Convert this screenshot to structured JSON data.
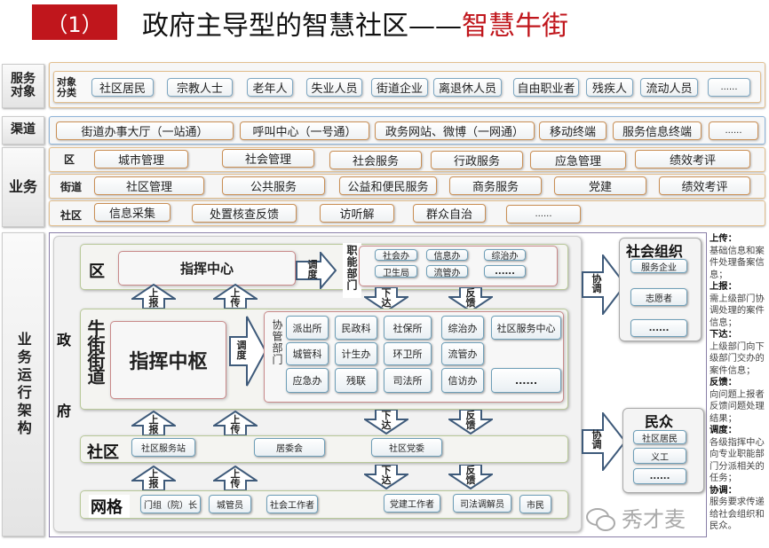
{
  "header": {
    "badge": "（1）",
    "title": "政府主导型的智慧社区——",
    "title_highlight": "智慧牛街"
  },
  "rows": {
    "service": {
      "label": "服务对象",
      "sub": "对象分类",
      "items": [
        "社区居民",
        "宗教人士",
        "老年人",
        "失业人员",
        "街道企业",
        "离退休人员",
        "自由职业者",
        "残疾人",
        "流动人员",
        "......"
      ]
    },
    "channel": {
      "label": "渠道",
      "items": [
        "街道办事大厅（一站通）",
        "呼叫中心（一号通）",
        "政务网站、微博（一网通）",
        "移动终端",
        "服务信息终端",
        "......"
      ]
    },
    "business": {
      "label": "业务",
      "district": {
        "label": "区",
        "items": [
          "城市管理",
          "社会管理",
          "社会服务",
          "行政服务",
          "应急管理",
          "绩效考评"
        ]
      },
      "street": {
        "label": "街道",
        "items": [
          "社区管理",
          "公共服务",
          "公益和便民服务",
          "商务服务",
          "党建",
          "绩效考评"
        ]
      },
      "community": {
        "label": "社区",
        "items": [
          "信息采集",
          "处置核查反馈",
          "访听解",
          "群众自治",
          "......"
        ]
      }
    }
  },
  "arch": {
    "label": "业务运行架构",
    "gov": [
      "政",
      "府"
    ],
    "district": {
      "label": "区",
      "center": "指挥中心",
      "dispatch": "调度",
      "dept_label": "职能部门",
      "depts": [
        "社会办",
        "信息办",
        "综治办",
        "卫生局",
        "流管办",
        "......"
      ]
    },
    "street": {
      "label": "牛街街道",
      "center": "指挥中枢",
      "dispatch": "调度",
      "dept_label": "协管部门",
      "depts": [
        "派出所",
        "民政科",
        "社保所",
        "综治办",
        "社区服务中心",
        "城管科",
        "计生办",
        "环卫所",
        "流管办",
        "应急办",
        "残联",
        "司法所",
        "信访办",
        "......"
      ]
    },
    "community": {
      "label": "社区",
      "items": [
        "社区服务站",
        "居委会",
        "社区党委"
      ]
    },
    "grid": {
      "label": "网格",
      "items": [
        "门组（院）长",
        "城管员",
        "社会工作者",
        "党建工作者",
        "司法调解员",
        "市民"
      ]
    },
    "arrows": {
      "report": "上报",
      "upload": "上传",
      "issue": "下达",
      "feedback": "反馈",
      "coordinate": "协调"
    },
    "social_org": {
      "title": "社会组织",
      "items": [
        "服务企业",
        "志愿者",
        "......"
      ]
    },
    "public": {
      "title": "民众",
      "items": [
        "社区居民",
        "义工",
        "......"
      ]
    }
  },
  "legend": [
    {
      "term": "上传：",
      "desc": "基础信息和案件处理备案信息；"
    },
    {
      "term": "上报：",
      "desc": "需上级部门协调处理的案件信息；"
    },
    {
      "term": "下达：",
      "desc": "上级部门向下级部门交办的案件信息；"
    },
    {
      "term": "反馈：",
      "desc": "向问题上报者反馈问题处理结果；"
    },
    {
      "term": "调度：",
      "desc": "各级指挥中心向专业职能部门分派相关的任务；"
    },
    {
      "term": "协调：",
      "desc": "服务要求传递给社会组织和民众。"
    }
  ],
  "watermark": "秀才麦"
}
